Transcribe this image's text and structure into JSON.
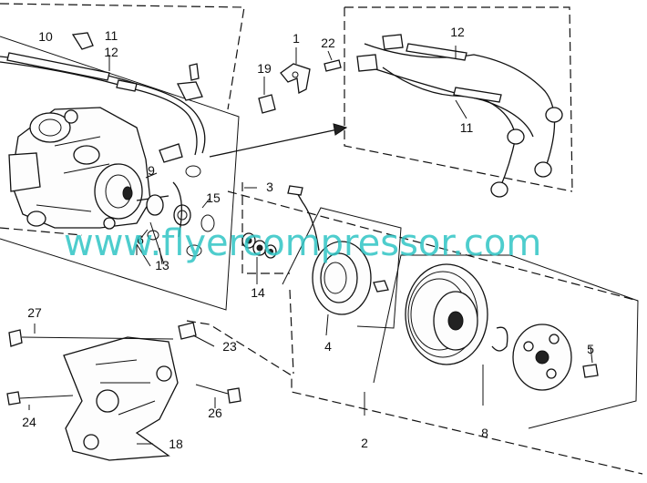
{
  "watermark": "www.flyercompressor.com",
  "callouts": {
    "p1": "1",
    "p2": "2",
    "p3": "3",
    "p4": "4",
    "p5": "5",
    "p6": "6",
    "p8": "8",
    "p9": "9",
    "p10": "10",
    "p11a": "11",
    "p11b": "11",
    "p12a": "12",
    "p12b": "12",
    "p13": "13",
    "p14": "14",
    "p15": "15",
    "p18": "18",
    "p19": "19",
    "p22": "22",
    "p23": "23",
    "p24": "24",
    "p26": "26",
    "p27": "27"
  },
  "colors": {
    "line": "#111111",
    "watermark": "#2fc4c4",
    "background": "#ffffff"
  }
}
